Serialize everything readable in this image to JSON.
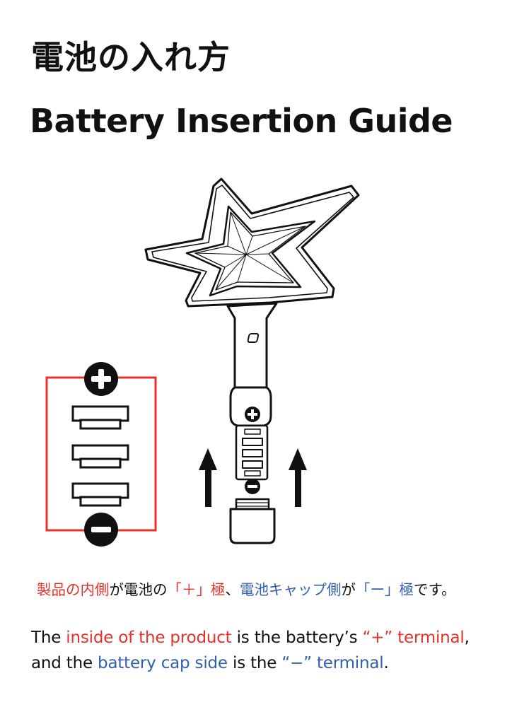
{
  "title": {
    "japanese": "電池の入れ方",
    "english": "Battery Insertion Guide"
  },
  "illustration": {
    "plus_symbol": "+",
    "minus_symbol": "−",
    "battery_count": 3,
    "colors": {
      "circuit_line": "#e4322b",
      "outline": "#111111",
      "terminal_badge": "#111111"
    }
  },
  "note_japanese": {
    "part1": "製品の内側",
    "part2": "が電池の",
    "part3": "「＋」極",
    "part4": "、",
    "part5": "電池キャップ側",
    "part6": "が",
    "part7": "「ー」極",
    "part8": "です。"
  },
  "note_english": {
    "line1": {
      "t1": "The ",
      "t2": "inside of the product",
      "t3": " is the battery’s ",
      "t4": "“+” terminal",
      "t5": ","
    },
    "line2": {
      "t1": "and the ",
      "t2": "battery cap side",
      "t3": " is the ",
      "t4": "“−” terminal",
      "t5": "."
    }
  },
  "accent_colors": {
    "red": "#e4322b",
    "blue": "#2f5fad"
  }
}
